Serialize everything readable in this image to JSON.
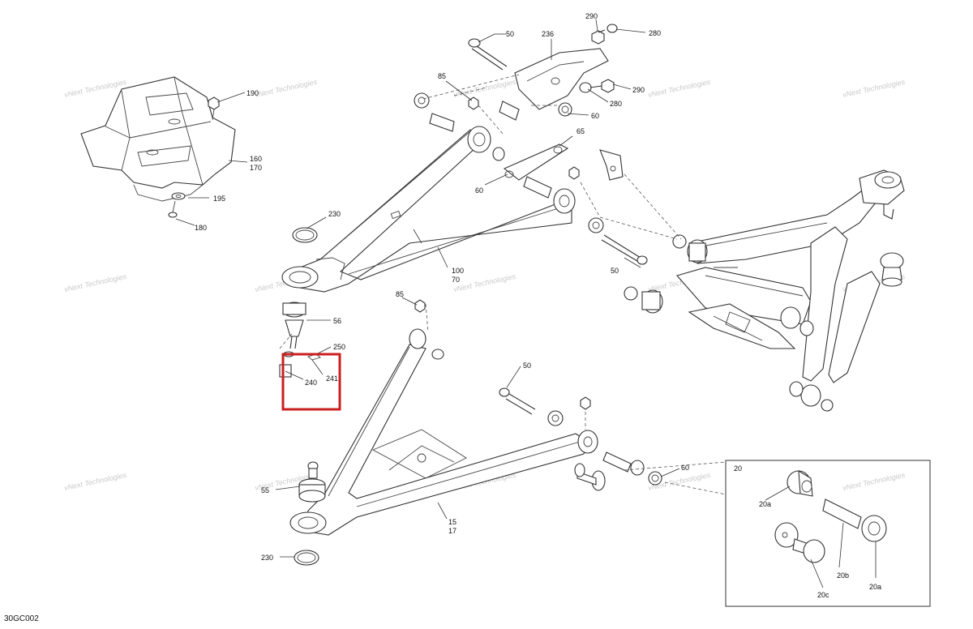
{
  "drawing_code": "30GC002",
  "watermark_text": "vNext Technologies",
  "inset_label": "20",
  "callouts": {
    "c290a": "290",
    "c50a": "50",
    "c236": "236",
    "c280a": "280",
    "c190": "190",
    "c85a": "85",
    "c290b": "290",
    "c280b": "280",
    "c60a": "60",
    "c160": "160",
    "c170": "170",
    "c65": "65",
    "c195": "195",
    "c60b": "60",
    "c180": "180",
    "c230a": "230",
    "c50b": "50",
    "c100": "100",
    "c70": "70",
    "c85b": "85",
    "c56": "56",
    "c250": "250",
    "c241": "241",
    "c240": "240",
    "c50c": "50",
    "c55": "55",
    "c60c": "60",
    "c15": "15",
    "c17": "17",
    "c230b": "230",
    "c20a1": "20a",
    "c20b": "20b",
    "c20c": "20c",
    "c20a2": "20a"
  },
  "colors": {
    "highlight": "#cc1f1f",
    "line": "#333333",
    "watermark": "#c9c9c9"
  }
}
